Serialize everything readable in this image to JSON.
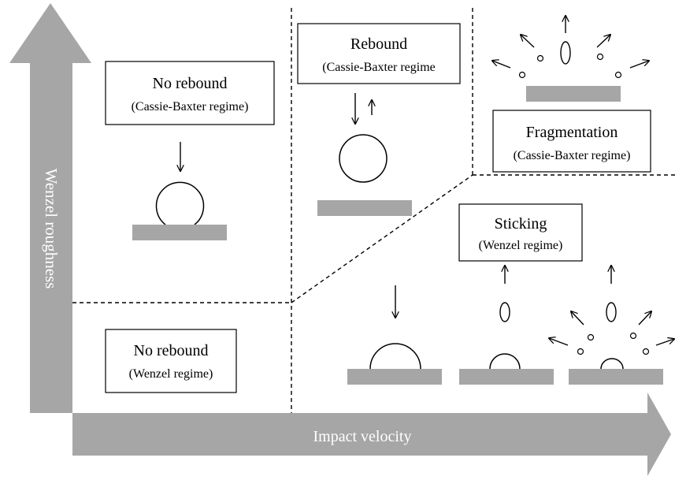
{
  "axes": {
    "y_label": "Wenzel roughness",
    "x_label": "Impact velocity"
  },
  "regions": {
    "no_rebound_cb": {
      "title": "No rebound",
      "subtitle": "(Cassie-Baxter regime)"
    },
    "rebound_cb": {
      "title": "Rebound",
      "subtitle": "(Cassie-Baxter regime"
    },
    "fragmentation_cb": {
      "title": "Fragmentation",
      "subtitle": "(Cassie-Baxter regime)"
    },
    "sticking_w": {
      "title": "Sticking",
      "subtitle": "(Wenzel regime)"
    },
    "no_rebound_w": {
      "title": "No rebound",
      "subtitle": "(Wenzel regime)"
    }
  },
  "colors": {
    "axis_fill": "#a6a6a6",
    "substrate_fill": "#a6a6a6",
    "axis_text": "#ffffff",
    "line": "#000000"
  }
}
